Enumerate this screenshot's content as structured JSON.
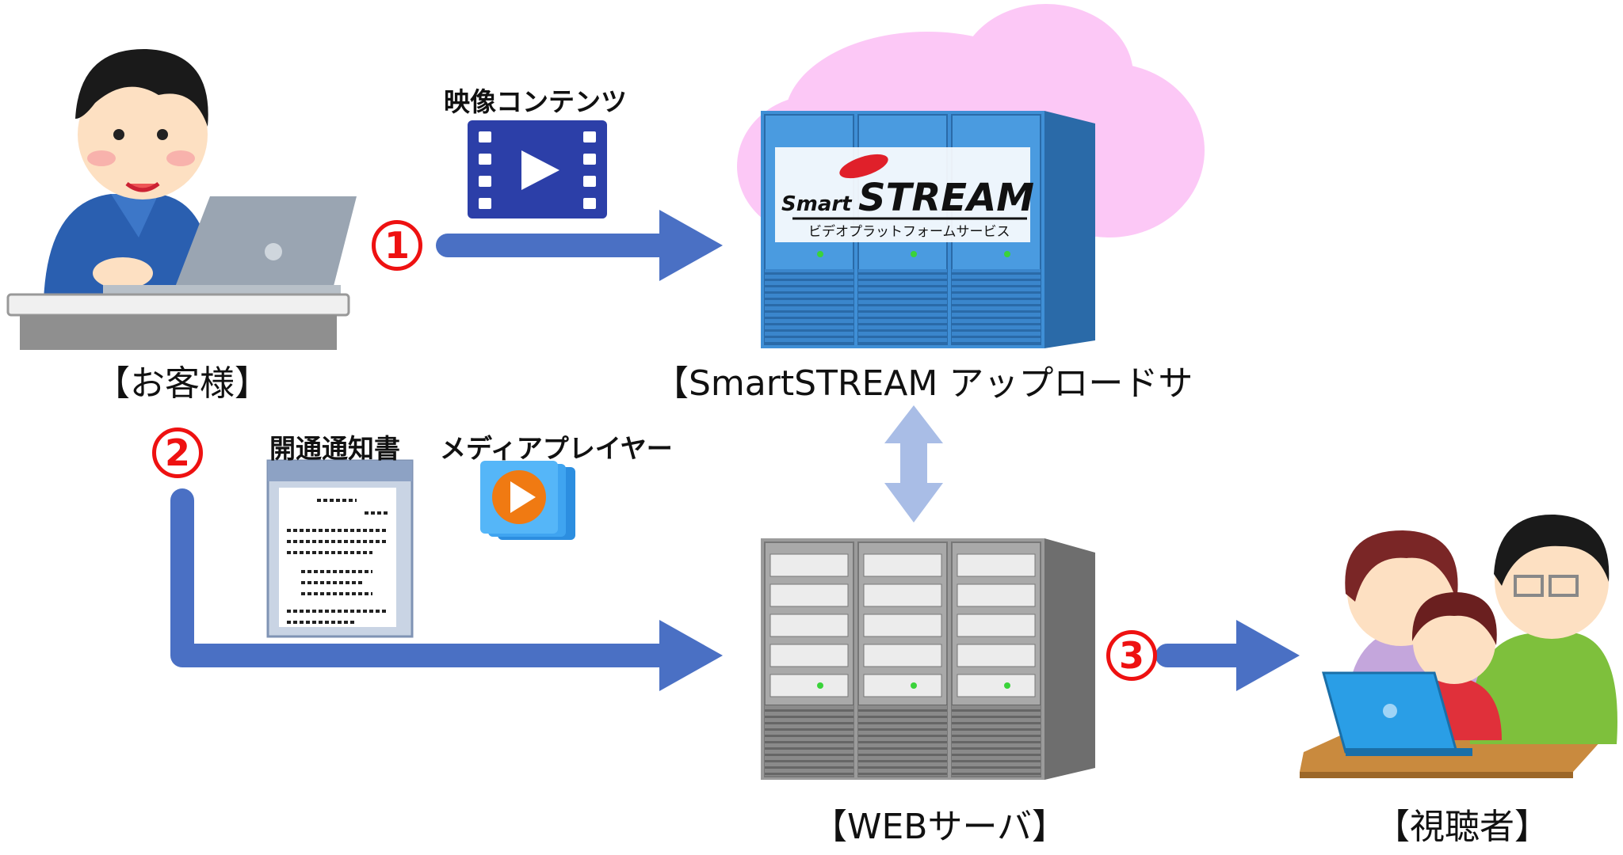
{
  "captions": {
    "customer": "【お客様】",
    "upload_server": "【SmartSTREAM アップロードサーバ】",
    "web_server": "【WEBサーバ】",
    "viewers": "【視聴者】",
    "video_content": "映像コンテンツ",
    "notice_doc": "開通通知書",
    "media_player": "メディアプレイヤー"
  },
  "steps": [
    "1",
    "2",
    "3"
  ],
  "logo": {
    "smart": "Smart",
    "stream": "STREAM",
    "tagline": "ビデオプラットフォームサービス"
  },
  "colors": {
    "arrow": "#4a70c4",
    "double_arrow": "#a9bde6",
    "step_red": "#ee1111",
    "cloud": "#fcc8f6",
    "server_blue": "#3f8fd6",
    "server_gray": "#8c8c8c"
  },
  "icons": [
    "customer-person-icon",
    "video-file-icon",
    "document-icon",
    "media-player-icon",
    "cloud-icon",
    "upload-server-icon",
    "web-server-icon",
    "viewers-family-icon"
  ]
}
